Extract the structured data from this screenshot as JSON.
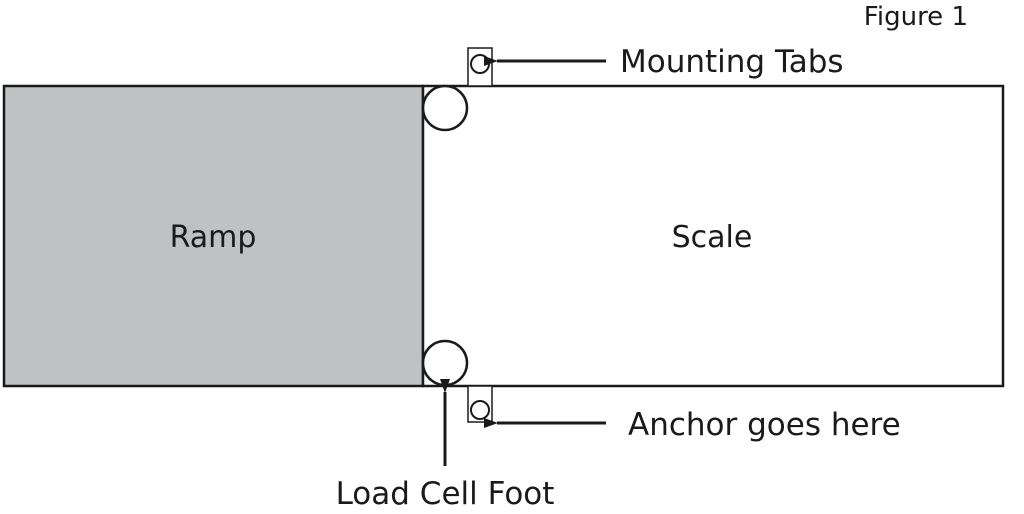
{
  "figure_label": "Figure 1",
  "ramp": {
    "label": "Ramp",
    "fill_color": "#bfc1c3"
  },
  "scale": {
    "label": "Scale",
    "fill_color": "#ffffff"
  },
  "callouts": {
    "mounting_tabs": "Mounting Tabs",
    "anchor": "Anchor goes here",
    "load_cell_foot": "Load Cell Foot"
  },
  "colors": {
    "stroke": "#1a1a1a",
    "background": "#ffffff"
  }
}
